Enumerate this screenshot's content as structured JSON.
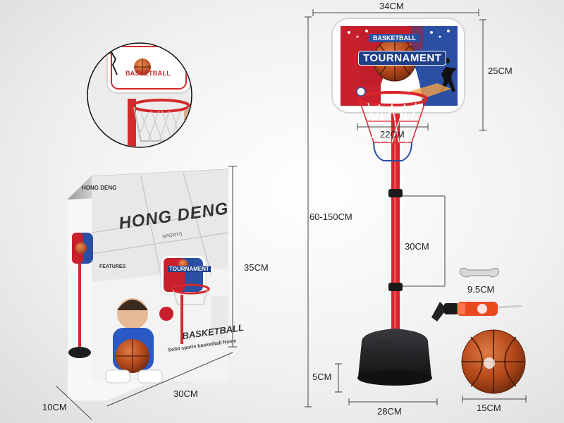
{
  "dimensions": {
    "backboard_width": "34CM",
    "backboard_height": "25CM",
    "hoop_diameter": "22CM",
    "stand_height": "60-150CM",
    "pole_section": "30CM",
    "wrench": "9.5CM",
    "base_height": "5CM",
    "base_width": "28CM",
    "ball": "15CM",
    "box_height": "35CM",
    "box_width": "30CM",
    "box_depth": "10CM"
  },
  "backboard": {
    "banner": "BASKETBALL",
    "title": "TOURNAMENT"
  },
  "inset": {
    "backboard_label": "BASKETBALL"
  },
  "box": {
    "brand": "HONG DENG",
    "brand_sub": "SPORTS",
    "corner_logo": "HONG DENG",
    "features_title": "FEATURES",
    "backboard_title": "TOURNAMENT",
    "side_title": "BASKETBALL",
    "side_sub": "Solid sports basketball frame"
  },
  "colors": {
    "pole_red": "#d8262c",
    "board_blue": "#2a4fa3",
    "board_red": "#c8202c",
    "ball_orange": "#c2561e",
    "base_black": "#1d1d1f"
  }
}
